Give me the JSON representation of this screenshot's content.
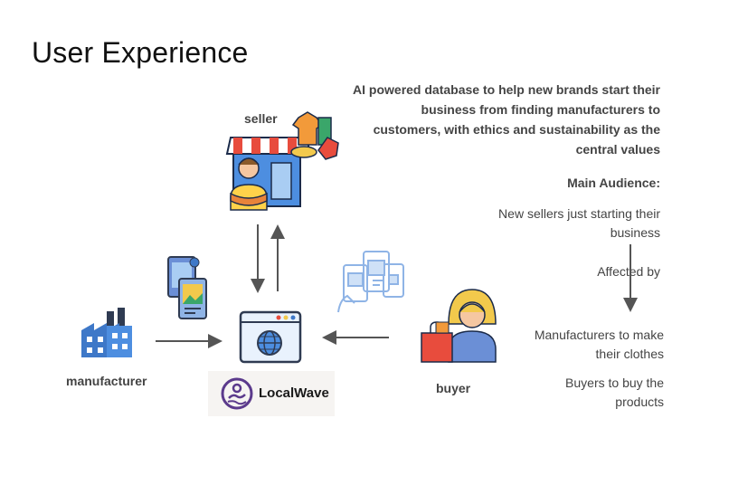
{
  "slide": {
    "title": "User Experience",
    "description": "AI powered database to help new brands start their business from finding manufacturers to customers, with ethics and sustainability as the central values",
    "audience": {
      "heading": "Main Audience:",
      "primary": "New sellers just starting their business",
      "affected_label": "Affected by",
      "affected": [
        "Manufacturers to make their clothes",
        "Buyers to buy the products"
      ]
    }
  },
  "nodes": {
    "seller": "seller",
    "manufacturer": "manufacturer",
    "buyer": "buyer",
    "brand": "LocalWave"
  },
  "icons": {
    "seller": "shop-seller-icon",
    "manufacturer": "factory-icon",
    "buyer": "shopper-icon",
    "platform": "web-browser-globe-icon",
    "phones": "mobile-shopping-icon",
    "tablets": "tablet-images-icon",
    "logo": "localwave-logo-icon"
  },
  "colors": {
    "text": "#444444",
    "arrow": "#555555",
    "blue": "#3e78c8",
    "light_blue": "#8fb4e6",
    "logo_purple": "#5b3a8c"
  }
}
